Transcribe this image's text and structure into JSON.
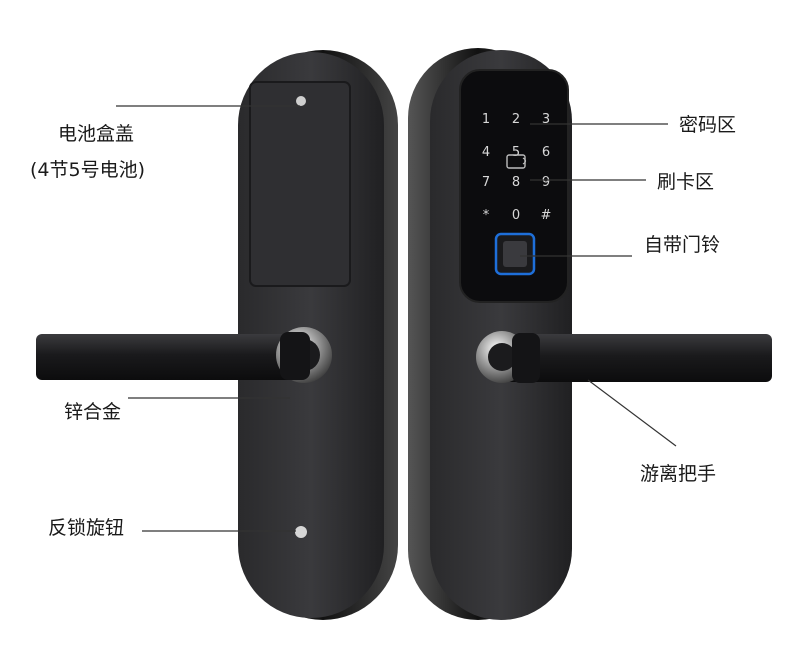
{
  "labels": {
    "battery_cover": "电池盒盖",
    "battery_note": "(4节5号电池)",
    "zinc_alloy": "锌合金",
    "anti_lock_knob": "反锁旋钮",
    "keypad_area": "密码区",
    "card_area": "刷卡区",
    "doorbell": "自带门铃",
    "clutch_handle": "游离把手"
  },
  "keypad": {
    "keys": [
      "1",
      "2",
      "3",
      "4",
      "5",
      "6",
      "7",
      "8",
      "9",
      "*",
      "0",
      "#"
    ]
  },
  "colors": {
    "lock_body": "#1c1c1e",
    "panel": "#0d0d0f",
    "fingerprint_accent": "#1e6fd9",
    "leader_line": "#333333"
  }
}
